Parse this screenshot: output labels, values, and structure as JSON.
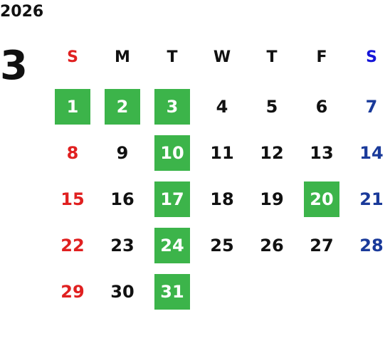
{
  "calendar": {
    "year": "2026",
    "month": "3",
    "weekdays": [
      "S",
      "M",
      "T",
      "W",
      "T",
      "F",
      "S"
    ],
    "first_weekday_index": 0,
    "days_in_month": 31,
    "highlighted_days": [
      1,
      2,
      3,
      10,
      17,
      20,
      24,
      31
    ]
  },
  "colors": {
    "sunday": "#e02020",
    "saturday_header": "#1515d8",
    "saturday": "#1a3a9a",
    "weekday": "#111111",
    "highlight_bg": "#3cb44a",
    "highlight_text": "#ffffff"
  }
}
